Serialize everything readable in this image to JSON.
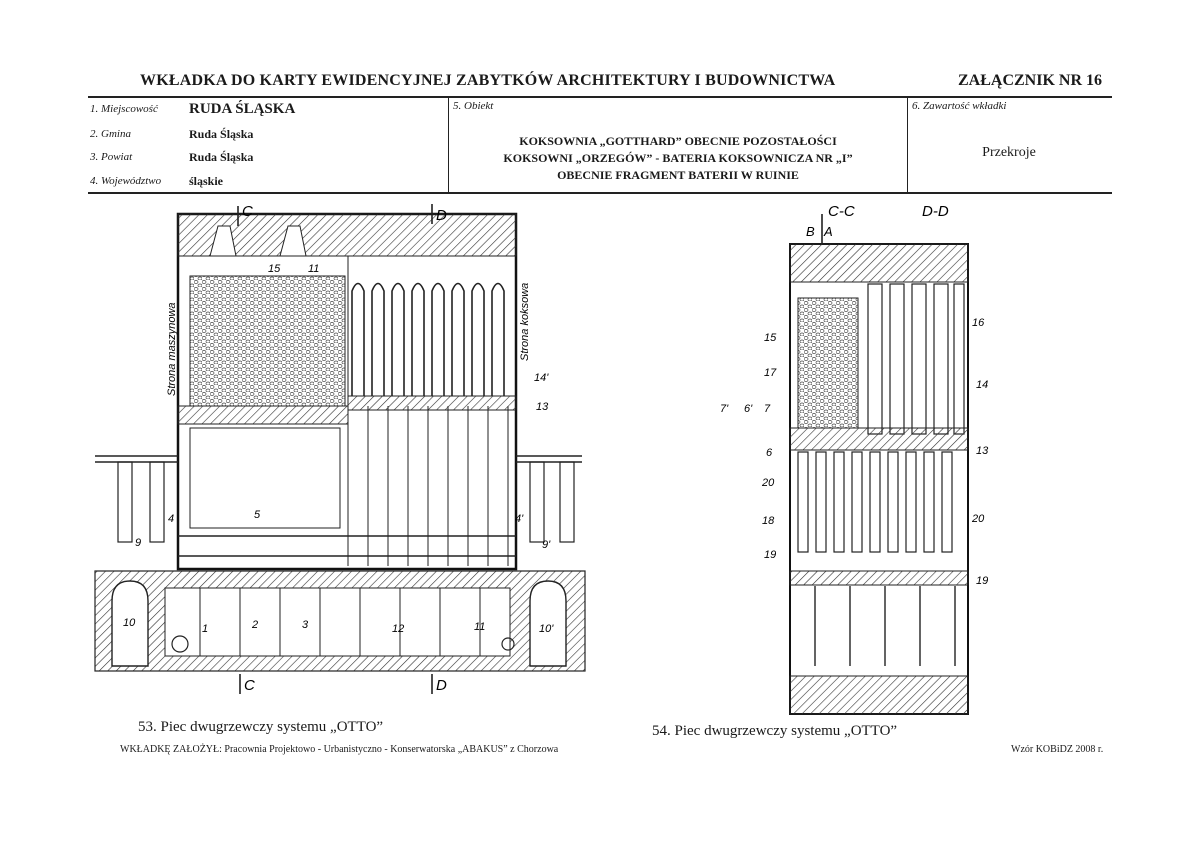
{
  "header": {
    "title": "WKŁADKA DO KARTY EWIDENCYJNEJ ZABYTKÓW ARCHITEKTURY I BUDOWNICTWA",
    "annex": "ZAŁĄCZNIK NR 16"
  },
  "fields": {
    "locality_label": "1. Miejscowość",
    "locality_value": "RUDA ŚLĄSKA",
    "commune_label": "2. Gmina",
    "commune_value": "Ruda Śląska",
    "district_label": "3. Powiat",
    "district_value": "Ruda Śląska",
    "voivodeship_label": "4. Województwo",
    "voivodeship_value": "śląskie",
    "object_label": "5. Obiekt",
    "object_line1": "KOKSOWNIA „GOTTHARD” OBECNIE POZOSTAŁOŚCI",
    "object_line2": "KOKSOWNI „ORZEGÓW” - BATERIA KOKSOWNICZA NR „I”",
    "object_line3": "OBECNIE FRAGMENT BATERII W RUINIE",
    "content_label": "6. Zawartość wkładki",
    "content_value": "Przekroje"
  },
  "figures": {
    "left": {
      "caption": "53. Piec dwugrzewczy systemu „OTTO”",
      "side_left": "Strona maszynowa",
      "side_right": "Strona koksowa",
      "section_c": "C",
      "section_d": "D",
      "numbers": [
        "15",
        "11",
        "14'",
        "13",
        "5",
        "4",
        "4'",
        "9",
        "9'",
        "10",
        "10'",
        "1",
        "2",
        "3",
        "12",
        "11"
      ]
    },
    "right": {
      "caption": "54. Piec dwugrzewczy systemu „OTTO”",
      "section_cc": "C-C",
      "section_dd": "D-D",
      "marker_b": "B",
      "marker_a": "A",
      "numbers": [
        "15",
        "17",
        "16",
        "14",
        "7'",
        "6'",
        "7",
        "6",
        "13",
        "20",
        "18",
        "20",
        "19",
        "19"
      ]
    }
  },
  "footer": {
    "founder": "WKŁADKĘ ZAŁOŻYŁ: Pracownia Projektowo - Urbanistyczno - Konserwatorska „ABAKUS” z Chorzowa",
    "template": "Wzór KOBiDZ 2008 r."
  }
}
